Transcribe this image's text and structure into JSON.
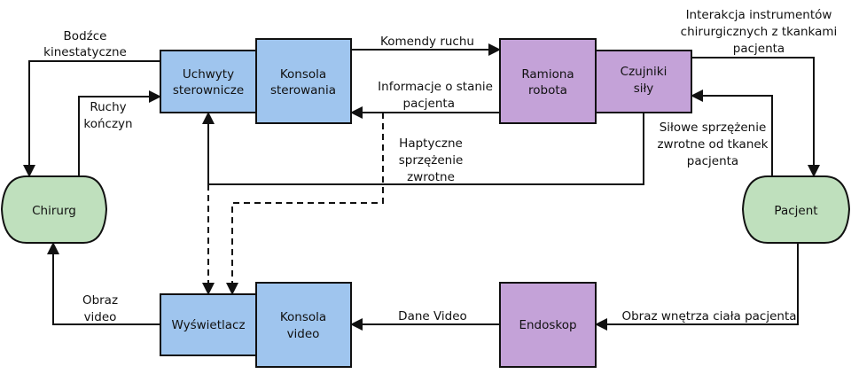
{
  "colors": {
    "blue": "#9fc5ee",
    "purple": "#c4a2d8",
    "green": "#bfe0bd"
  },
  "nodes": {
    "uchwyty": [
      "Uchwyty",
      "sterownicze"
    ],
    "konsola_sterowania": [
      "Konsola",
      "sterowania"
    ],
    "ramiona": [
      "Ramiona",
      "robota"
    ],
    "czujniki": [
      "Czujniki",
      "siły"
    ],
    "chirurg": [
      "Chirurg"
    ],
    "pacjent": [
      "Pacjent"
    ],
    "wyswietlacz": [
      "Wyświetlacz"
    ],
    "konsola_video": [
      "Konsola",
      "video"
    ],
    "endoskop": [
      "Endoskop"
    ]
  },
  "edges": {
    "bodzce": [
      "Bodźce",
      "kinestatyczne"
    ],
    "ruchy": [
      "Ruchy",
      "kończyn"
    ],
    "komendy": [
      "Komendy ruchu"
    ],
    "informacje": [
      "Informacje o stanie",
      "pacjenta"
    ],
    "haptyczne": [
      "Haptyczne",
      "sprzężenie",
      "zwrotne"
    ],
    "interakcja": [
      "Interakcja instrumentów",
      "chirurgicznych z tkankami",
      "pacjenta"
    ],
    "silowe": [
      "Siłowe sprzężenie",
      "zwrotne od tkanek",
      "pacjenta"
    ],
    "obraz_wnetrza": [
      "Obraz wnętrza ciała pacjenta"
    ],
    "dane_video": [
      "Dane Video"
    ],
    "obraz_video": [
      "Obraz",
      "video"
    ]
  }
}
